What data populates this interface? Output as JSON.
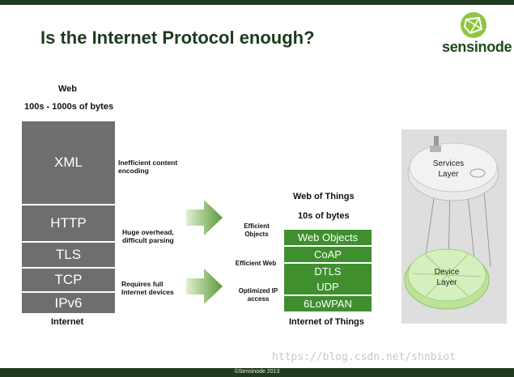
{
  "title": "Is the Internet Protocol enough?",
  "logo": {
    "text": "sensinode",
    "icon": "sensinode-logo-icon"
  },
  "web": {
    "heading": "Web",
    "subheading": "100s - 1000s of bytes",
    "layers": [
      "XML",
      "HTTP",
      "TLS",
      "TCP",
      "IPv6"
    ],
    "footer": "Internet"
  },
  "web_notes": [
    "Inefficient content encoding",
    "Huge overhead, difficult parsing",
    "Requires full Internet devices"
  ],
  "iot": {
    "heading": "Web of Things",
    "subheading": "10s of bytes",
    "layers": [
      "Web Objects",
      "CoAP",
      "DTLS",
      "UDP",
      "6LoWPAN"
    ],
    "footer": "Internet of Things"
  },
  "iot_notes": [
    "Efficient Objects",
    "Efficient Web",
    "Optimized IP access"
  ],
  "layers_figure": {
    "services": "Services Layer",
    "device": "Device Layer"
  },
  "footer": "©Sensinode 2013",
  "watermark": "https://blog.csdn.net/shnbiot",
  "colors": {
    "gray_stack": "#6e6e6e",
    "green_stack": "#3f8f2e",
    "brand_dark": "#1f3a1f",
    "brand_lime": "#8dc63f"
  }
}
